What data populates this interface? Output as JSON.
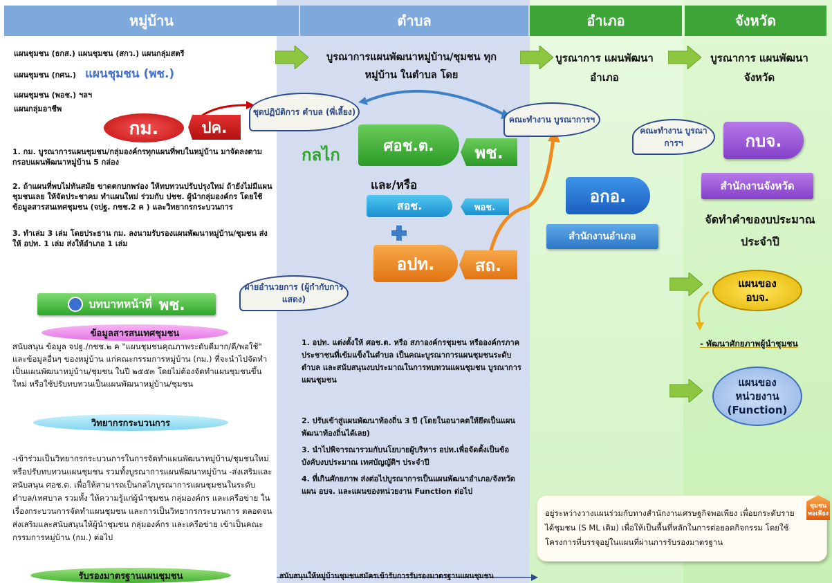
{
  "colors": {
    "header_blue": "#7ea9dc",
    "header_green": "#3ea638",
    "col_village": "#ffffff",
    "col_tambon": "#d3ddef",
    "col_amphoe": "#dff7d4",
    "col_province": "#d7f3c8",
    "red_badge": "#d81e1e",
    "green_arrow": "#8dc63f",
    "orange": "#f08a1c",
    "purple": "#9b55d9",
    "blue": "#2d78c7"
  },
  "headers": {
    "village": "หมู่บ้าน",
    "tambon": "ตำบล",
    "amphoe": "อำเภอ",
    "province": "จังหวัด"
  },
  "village": {
    "plans_row1": "แผนชุมชน (ธกส.)     แผนชุมชน (สกว.)     แผนกลุ่มสตรี",
    "plans_row2_label": "แผนชุมชน (กศน.)",
    "plans_row2_highlight": "แผนชุมชน (พช.)",
    "plans_row3": "แผนชุมชน (พอช.)                  ฯลฯ",
    "plans_row4": "แผนกลุ่มอาชีพ",
    "badge_km": "กม.",
    "badge_pd": "ปค.",
    "step1": "1. กม. บูรณาการแผนชุมชน/กลุ่มองค์กรทุกแผนที่พบในหมู่บ้าน มาจัดลงตามกรอบแผนพัฒนาหมู่บ้าน 5 กล่อง",
    "step2": "2. ถ้าแผนที่พบไม่ทันสมัย ขาดตกบกพร่อง ให้ทบทวนปรับปรุงใหม่ ถ้ายังไม่มีแผนชุมชนเลย ให้จัดประชาคม ทำแผนใหม่ ร่วมกับ ปชช. ผู้นำกลุ่มองค์กร โดยใช้ข้อมูลสารสนเทศชุมชน (จปฐ. กชช.2 ค ) และวิทยากรกระบวนการ",
    "step3": "3. ทำเล่ม 3 เล่ม โดยประธาน กม. ลงนามรับรองแผนพัฒนาหมู่บ้าน/ชุมชน ส่งให้ อปท. 1 เล่ม ส่งให้อำเภอ 1 เล่ม",
    "role_bar_prefix": "บทบาทหน้าที่",
    "role_bar_highlight": "พช.",
    "info_ribbon": "ข้อมูลสารสนเทศชุมชน",
    "info_text": "สนับสนุน ข้อมูล จปฐ./กชช.๒ ค \"แผนชุมชนคุณภาพระดับดีมาก/ดี/พอใช้\" และข้อมูลอื่นๆ ของหมู่บ้าน แก่คณะกรรมการหมู่บ้าน (กม.) ที่จะนำไปจัดทำเป็นแผนพัฒนาหมู่บ้าน/ชุมชน ในปี ๒๕๕๓ โดยไม่ต้องจัดทำแผนชุมชนขึ้นใหม่ หรือใช้ปรับทบทวนเป็นแผนพัฒนาหมู่บ้าน/ชุมชน",
    "facilitator_ribbon": "วิทยากรกระบวนการ",
    "facilitator_text": "-เข้าร่วมเป็นวิทยากรกระบวนการในการจัดทำแผนพัฒนาหมู่บ้าน/ชุมชนใหม่ หรือปรับทบทวนแผนชุมชน รวมทั้งบูรณาการแผนพัฒนาหมู่บ้าน -ส่งเสริมและสนับสนุน ศอช.ต. เพื่อให้สามารถเป็นกลไกบูรณาการแผนชุมชนในระดับตำบล/เทศบาล รวมทั้ง ให้ความรู้แก่ผู้นำชุมชน กลุ่มองค์กร และเครือข่าย ในเรื่องกระบวนการจัดทำแผนชุมชน และการเป็นวิทยากรกระบวนการ ตลอดจนส่งเสริมและสนับสนุนให้ผู้นำชุมชน กลุ่มองค์กร และเครือข่าย เข้าเป็นคณะกรรมการหมู่บ้าน (กม.) ต่อไป",
    "standard_ribbon": "รับรองมาตรฐานแผนชุมชน",
    "standard_text": "สนับสนุนให้หมู่บ้านชุมชนสมัครเข้ารับการรับรองมาตรฐานแผนชุมชน"
  },
  "tambon": {
    "title": "บูรณาการแผนพัฒนาหมู่บ้าน/ชุมชน ทุกหมู่บ้าน ในตำบล โดย",
    "toolkit": "ชุดปฏิบัติการ ตำบล (พี่เลี้ยง)",
    "mechanism": "กลไก",
    "socht": "ศอช.ต.",
    "pch": "พช.",
    "and_or": "และ/หรือ",
    "soch": "สอช.",
    "poch": "พอช.",
    "opt": "อปท.",
    "sth": "สถ.",
    "admin": "ฝ่ายอำนวยการ (ผู้กำกับการแสดง)",
    "step1": "1. อปท. แต่งตั้งให้ ศอช.ต. หรือ สภาองค์กรชุมชน หรือองค์กรภาคประชาชนที่เข้มแข็งในตำบล เป็นคณะบูรณาการแผนชุมชนระดับตำบล และสนับสนุนงบประมาณในการทบทวนแผนชุมชน บูรณาการแผนชุมชน",
    "step2": "2. ปรับเข้าสู่แผนพัฒนาท้องถิ่น 3 ปี (โดยในอนาคตให้ยึดเป็นแผนพัฒนาท้องถิ่นได้เลย)",
    "step3": "3. นำไปพิจารณารวมกับนโยบายผู้บริหาร อปท.เพื่อจัดตั้งเป็นข้อบังคับงบประมาณ เทศบัญญัติฯ ประจำปี",
    "step4": "4. ที่เกินศักยภาพ ส่งต่อไปบูรณาการเป็นแผนพัฒนาอำเภอ/จังหวัด แผน อบจ. และแผนของหน่วยงาน Function ต่อไป"
  },
  "amphoe": {
    "title": "บูรณาการ แผนพัฒนา อำเภอ",
    "committee": "คณะทำงาน บูรณาการฯ",
    "oko": "อกอ.",
    "office": "สำนักงานอำเภอ"
  },
  "province": {
    "title": "บูรณาการ แผนพัฒนา จังหวัด",
    "committee": "คณะทำงาน บูรณาการฯ",
    "kbj": "กบจ.",
    "office": "สำนักงานจังหวัด",
    "budget": "จัดทำคำของบประมาณ ประจำปี",
    "obj_plan": "แผนของ อบจ.",
    "leader_dev": "- พัฒนาศักยภาพผู้นำชุมชน",
    "agency_plan_line1": "แผนของ",
    "agency_plan_line2": "หน่วยงาน",
    "agency_plan_line3": "(Function)",
    "note": "อยู่ระหว่างวางแผนร่วมกับทางสำนักงานเศรษฐกิจพอเพียง เพื่อยกระดับรายได้ชุมชน (S ML เดิม) เพื่อให้เป็นพื้นที่หลักในการต่อยอดกิจกรรม โดยใช้โครงการที่บรรจุอยู่ในแผนที่ผ่านการรับรองมาตรฐาน",
    "corner_badge": "ชุมชน พอเพียง"
  }
}
